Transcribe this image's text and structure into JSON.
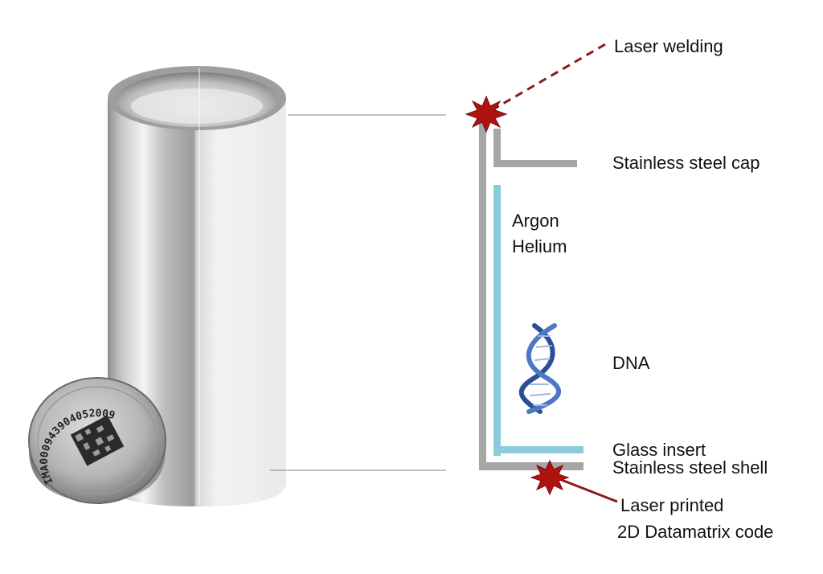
{
  "labels": {
    "laser_welding": "Laser welding",
    "stainless_steel_cap": "Stainless steel cap",
    "argon": "Argon",
    "helium": "Helium",
    "dna": "DNA",
    "glass_insert": "Glass insert",
    "stainless_steel_shell": "Stainless steel shell",
    "laser_printed": "Laser printed",
    "datamatrix_code": "2D Datamatrix code"
  },
  "cap_engraving": "IMA000943904052009",
  "colors": {
    "steel": "#a6a6a6",
    "glass": "#8ccbdc",
    "weld_star": "#b01212",
    "pointer_line": "#8b1a1a",
    "guide_line": "#9a9a9a",
    "dna": "#2a4f94"
  },
  "icons": {
    "weld_marker": "starburst-icon",
    "dna": "dna-helix-icon",
    "capsule": "steel-capsule-photo",
    "cap": "engraved-cap-photo"
  }
}
